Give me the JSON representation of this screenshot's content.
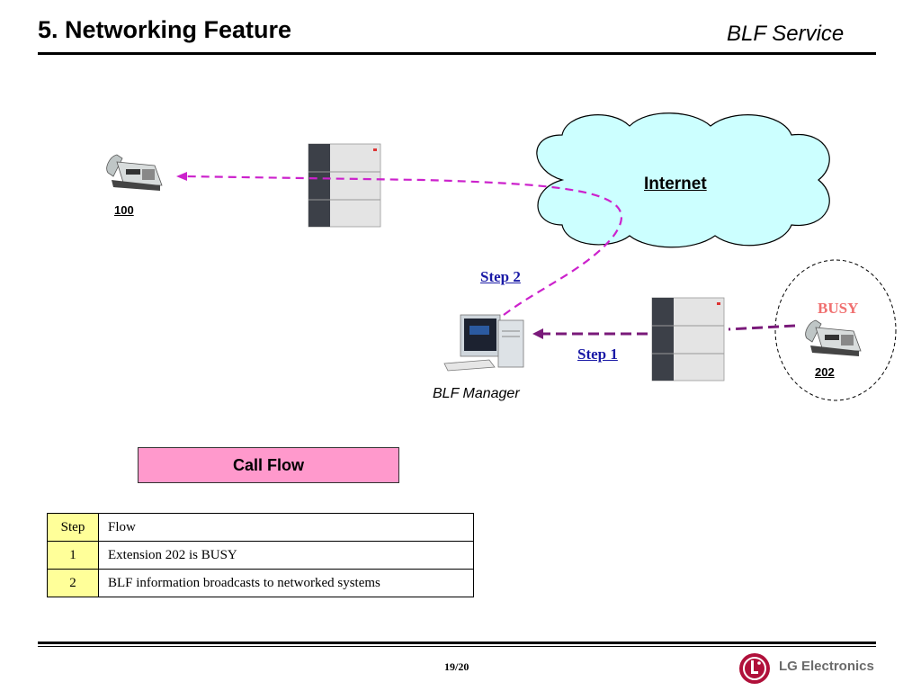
{
  "header": {
    "title": "5. Networking Feature",
    "subtitle": "BLF Service"
  },
  "diagram": {
    "internet_label": "Internet",
    "ext_100": "100",
    "ext_202": "202",
    "step_1": "Step 1",
    "step_2": "Step 2",
    "busy_label": "BUSY",
    "blf_manager_label": "BLF Manager",
    "colors": {
      "step2_line": "#cc22cc",
      "step1_line": "#7a1a7a",
      "cloud_fill": "#ccffff",
      "step_text": "#1a1aa6",
      "busy_text": "#f07070"
    }
  },
  "call_flow": {
    "title": "Call Flow",
    "headers": {
      "step": "Step",
      "flow": "Flow"
    },
    "rows": [
      {
        "step": "1",
        "flow": "Extension 202 is BUSY"
      },
      {
        "step": "2",
        "flow": "BLF information broadcasts to networked systems"
      }
    ]
  },
  "footer": {
    "page": "19/20",
    "logo_text": "LG Electronics"
  }
}
